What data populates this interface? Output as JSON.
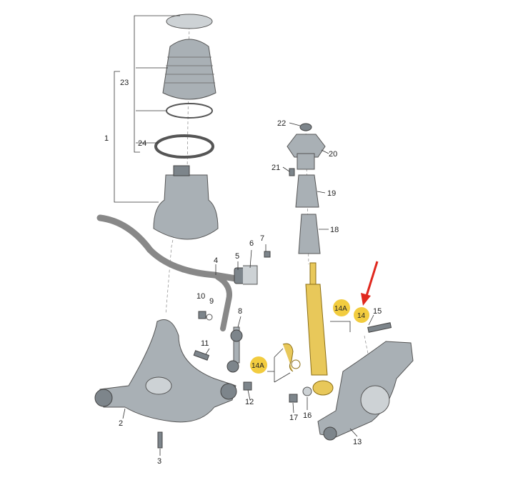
{
  "diagram": {
    "labels": {
      "p1": "1",
      "p2": "2",
      "p3": "3",
      "p4": "4",
      "p5": "5",
      "p6": "6",
      "p7": "7",
      "p8": "8",
      "p9": "9",
      "p10": "10",
      "p11": "11",
      "p12": "12",
      "p13": "13",
      "p14": "14",
      "p14a_top": "14A",
      "p14a_left": "14A",
      "p15": "15",
      "p16": "16",
      "p17": "17",
      "p18": "18",
      "p19": "19",
      "p20": "20",
      "p21": "21",
      "p22": "22",
      "p23": "23",
      "p24": "24"
    },
    "colors": {
      "highlight": "#f2cc3f",
      "arrow": "#e0281e",
      "strut": "#e8c85a",
      "parts": "#a9b0b5"
    },
    "callout": {
      "target": "14",
      "icon": "red-arrow-icon"
    }
  }
}
